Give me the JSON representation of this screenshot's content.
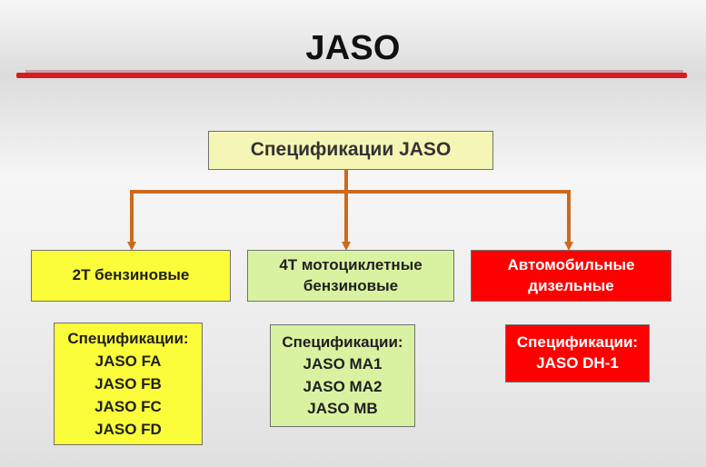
{
  "title": "JASO",
  "root": {
    "label": "Спецификации JASO",
    "background": "#f5f6b5"
  },
  "categories": [
    {
      "id": "2t",
      "label": "2T бензиновые",
      "background": "#fbfd3a",
      "spec_box": "Спецификации:\nJASO FA\nJASO FB\nJASO FC\nJASO FD"
    },
    {
      "id": "4t",
      "label": "4T мотоциклетные\nбензиновые",
      "background": "#d9f2a1",
      "spec_box": "Спецификации:\nJASO MA1\nJASO MA2\nJASO MB"
    },
    {
      "id": "diesel",
      "label": "Автомобильные\nдизельные",
      "background": "#ff0000",
      "text_color": "#ffffff",
      "spec_box": "Спецификации:\nJASO DH-1"
    }
  ],
  "colors": {
    "accent_line": "#d61b22",
    "connector": "#cc6a1c"
  },
  "icons": {
    "arrows": "down-arrow"
  }
}
